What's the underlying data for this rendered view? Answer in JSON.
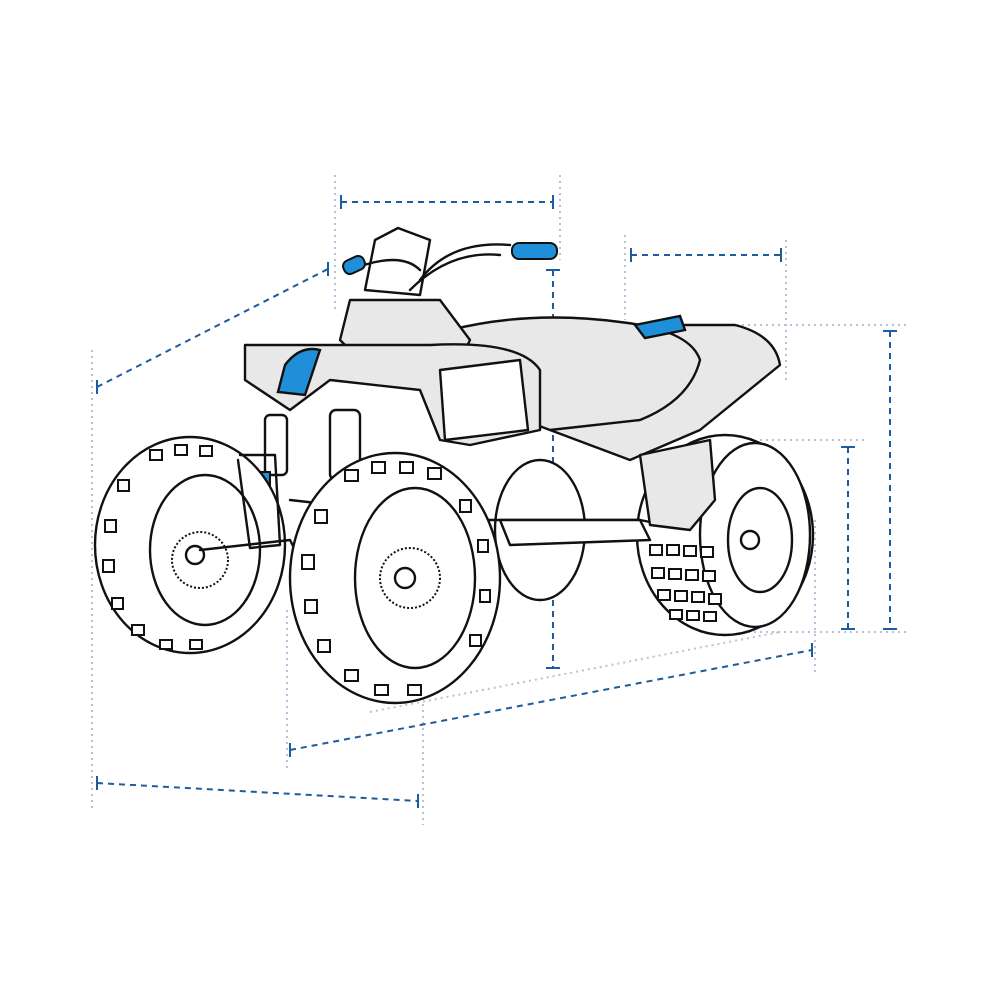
{
  "figure": {
    "subject": "atv-with-dimension-lines",
    "colors": {
      "outline": "#111111",
      "body_fill": "#e8e8e8",
      "accent": "#1e8fd8",
      "dimension_line": "#1d5c9e",
      "extension_line": "#b4c2da",
      "background": "#ffffff"
    },
    "dimensions": [
      "overall-length",
      "overall-width",
      "handlebar-width",
      "seat-length",
      "overall-height",
      "seat-height",
      "wheel-height",
      "front-width"
    ]
  }
}
